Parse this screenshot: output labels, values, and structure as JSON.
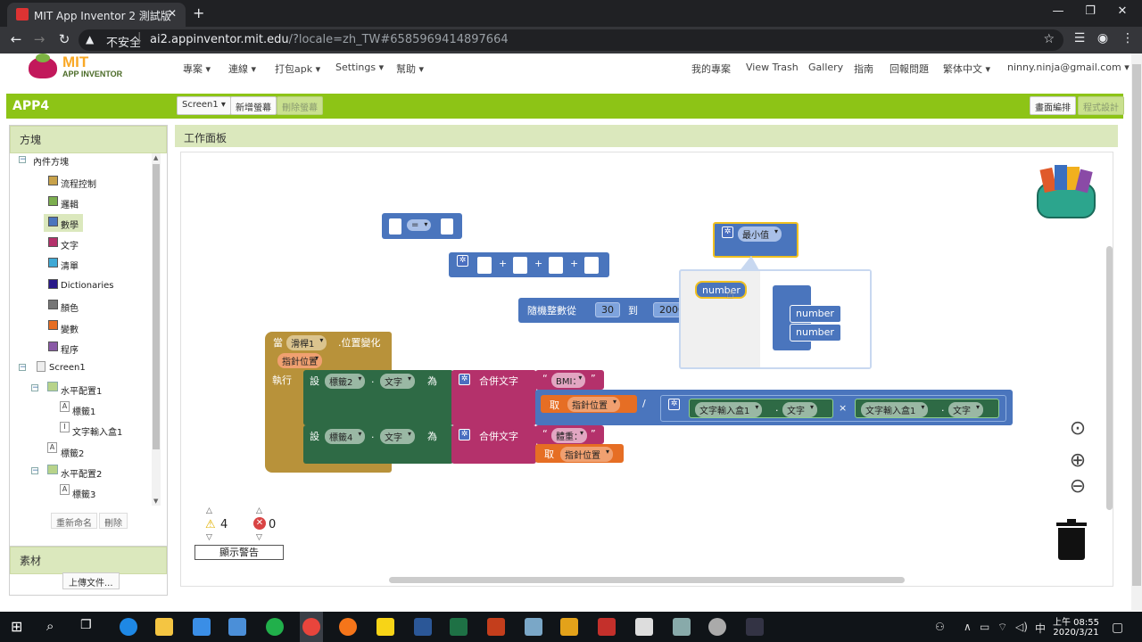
{
  "browser": {
    "tab_title": "MIT App Inventor 2 測試版",
    "security_label": "不安全",
    "url_host": "ai2.appinventor.mit.edu",
    "url_path": "/?locale=zh_TW#6585969414897664"
  },
  "header": {
    "logo_top": "MIT",
    "logo_bottom": "APP INVENTOR",
    "menus_left": [
      "專案",
      "連線",
      "打包apk",
      "Settings",
      "幫助"
    ],
    "menus_right": [
      "我的專案",
      "View Trash",
      "Gallery",
      "指南",
      "回報問題"
    ],
    "language": "繁体中文",
    "user": "ninny.ninja@gmail.com"
  },
  "projectbar": {
    "name": "APP4",
    "screen": "Screen1",
    "add_screen": "新增螢幕",
    "remove_screen": "刪除螢幕",
    "designer": "畫面編排",
    "blocks": "程式設計"
  },
  "blocks_panel": {
    "title": "方塊",
    "builtin": "內件方塊",
    "categories": [
      {
        "label": "流程控制",
        "color": "#c8a24a"
      },
      {
        "label": "邏輯",
        "color": "#7cae4f"
      },
      {
        "label": "數學",
        "color": "#4a75bd"
      },
      {
        "label": "文字",
        "color": "#b4316b"
      },
      {
        "label": "清單",
        "color": "#3fa9d5"
      },
      {
        "label": "Dictionaries",
        "color": "#2a1a8a"
      },
      {
        "label": "顏色",
        "color": "#777777"
      },
      {
        "label": "變數",
        "color": "#e66e24"
      },
      {
        "label": "程序",
        "color": "#8a5aa6"
      }
    ],
    "components": {
      "screen": "Screen1",
      "hz1": "水平配置1",
      "label1": "標籤1",
      "textbox1": "文字輸入盒1",
      "label2": "標籤2",
      "hz2": "水平配置2",
      "label3": "標籤3"
    },
    "rename": "重新命名",
    "delete": "刪除"
  },
  "media_panel": {
    "title": "素材",
    "upload": "上傳文件..."
  },
  "workspace": {
    "title": "工作面板",
    "compare_op": "=",
    "plus": "+",
    "random_label": "隨機整數從",
    "random_from": "30",
    "random_to_label": "到",
    "random_to": "2000",
    "min_label": "最小值",
    "mutator_item": "number",
    "mutator_list": [
      "number",
      "number"
    ],
    "event_when": "當",
    "event_component": "滑桿1",
    "event_name": ".位置變化",
    "event_param": "指針位置",
    "do_label": "執行",
    "set_label": "設",
    "set1_component": "標籤2",
    "set1_prop": "文字",
    "set_as": "為",
    "join_label": "合併文字",
    "bmi_text": "BMI：",
    "get_label": "取",
    "get_param": "指針位置",
    "divide_op": "/",
    "times_op": "×",
    "textbox_component": "文字輸入盒1",
    "textbox_prop": "文字",
    "set2_component": "標籤4",
    "set2_prop": "文字",
    "weight_text": "體重：",
    "warnings_count": "4",
    "errors_count": "0",
    "show_warnings": "顯示警告"
  },
  "taskbar": {
    "time": "上午 08:55",
    "date": "2020/3/21"
  }
}
